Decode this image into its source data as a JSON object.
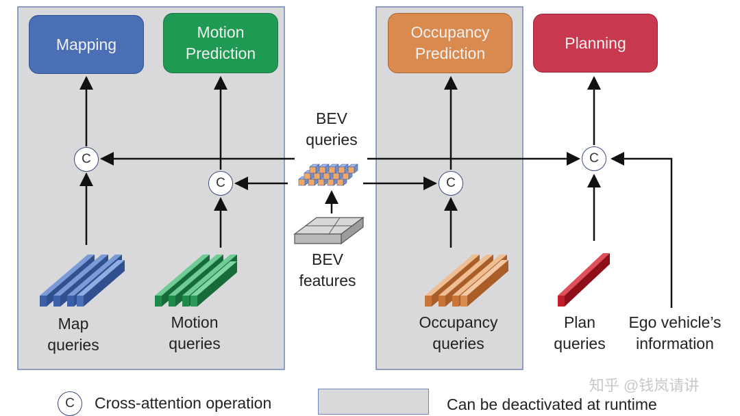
{
  "modules": {
    "mapping": {
      "label": "Mapping",
      "color": "#4a6fb5"
    },
    "motion": {
      "label": "Motion\nPrediction",
      "color": "#1f9a53"
    },
    "occupancy": {
      "label": "Occupancy\nPrediction",
      "color": "#d98a4e"
    },
    "planning": {
      "label": "Planning",
      "color": "#c8384f"
    }
  },
  "labels": {
    "bev_queries": "BEV\nqueries",
    "bev_features": "BEV\nfeatures",
    "map_queries": "Map\nqueries",
    "motion_queries": "Motion\nqueries",
    "occupancy_queries": "Occupancy\nqueries",
    "plan_queries": "Plan\nqueries",
    "ego_info": "Ego vehicle’s\ninformation"
  },
  "cross_attention_symbol": "C",
  "legend": {
    "symbol": "C",
    "cross_attention": "Cross-attention operation",
    "deactivatable": "Can be deactivated at runtime"
  },
  "watermark": "知乎 @钱岚请讲",
  "colors": {
    "panel_fill": "#d9d9dc",
    "panel_border": "#6f86b5",
    "arrow": "#111111",
    "map_query": "#4a6fb5",
    "motion_query": "#2e9a5a",
    "occupancy_query": "#d98a4e",
    "plan_query": "#c01e2a",
    "bev_query_cube": "#f0a868"
  }
}
